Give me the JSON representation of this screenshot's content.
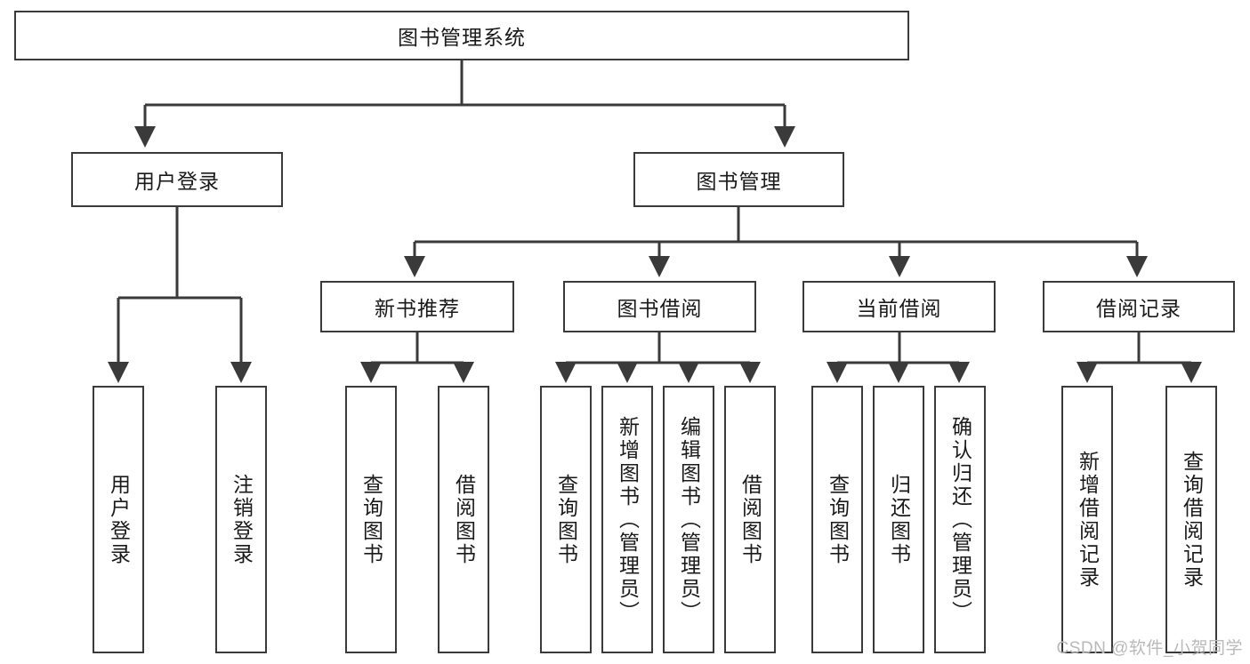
{
  "diagram": {
    "title": "图书管理系统",
    "type": "tree",
    "colors": {
      "background": "#ffffff",
      "stroke": "#3a3a3a",
      "text": "#1a1a1a",
      "watermark": "#b9b9b9"
    },
    "root": {
      "label": "图书管理系统"
    },
    "level2": [
      {
        "id": "user-login",
        "label": "用户登录"
      },
      {
        "id": "book-manage",
        "label": "图书管理"
      }
    ],
    "level3": [
      {
        "id": "new-book-rec",
        "label": "新书推荐"
      },
      {
        "id": "book-borrow",
        "label": "图书借阅"
      },
      {
        "id": "current-borrow",
        "label": "当前借阅"
      },
      {
        "id": "borrow-record",
        "label": "借阅记录"
      }
    ],
    "leaves": {
      "user_login": [
        {
          "id": "leaf-user-login",
          "label": "用户登录"
        },
        {
          "id": "leaf-logout",
          "label": "注销登录"
        }
      ],
      "new_book_rec": [
        {
          "id": "leaf-query-book-1",
          "label": "查询图书"
        },
        {
          "id": "leaf-borrow-book-1",
          "label": "借阅图书"
        }
      ],
      "book_borrow": [
        {
          "id": "leaf-query-book-2",
          "label": "查询图书"
        },
        {
          "id": "leaf-add-book",
          "label": "新增图书（管理员）"
        },
        {
          "id": "leaf-edit-book",
          "label": "编辑图书（管理员）"
        },
        {
          "id": "leaf-borrow-book-2",
          "label": "借阅图书"
        }
      ],
      "current_borrow": [
        {
          "id": "leaf-query-book-3",
          "label": "查询图书"
        },
        {
          "id": "leaf-return-book",
          "label": "归还图书"
        },
        {
          "id": "leaf-confirm-return",
          "label": "确认归还（管理员）"
        }
      ],
      "borrow_record": [
        {
          "id": "leaf-add-record",
          "label": "新增借阅记录"
        },
        {
          "id": "leaf-query-record",
          "label": "查询借阅记录"
        }
      ]
    },
    "watermark": "CSDN @软件_小贺同学"
  }
}
